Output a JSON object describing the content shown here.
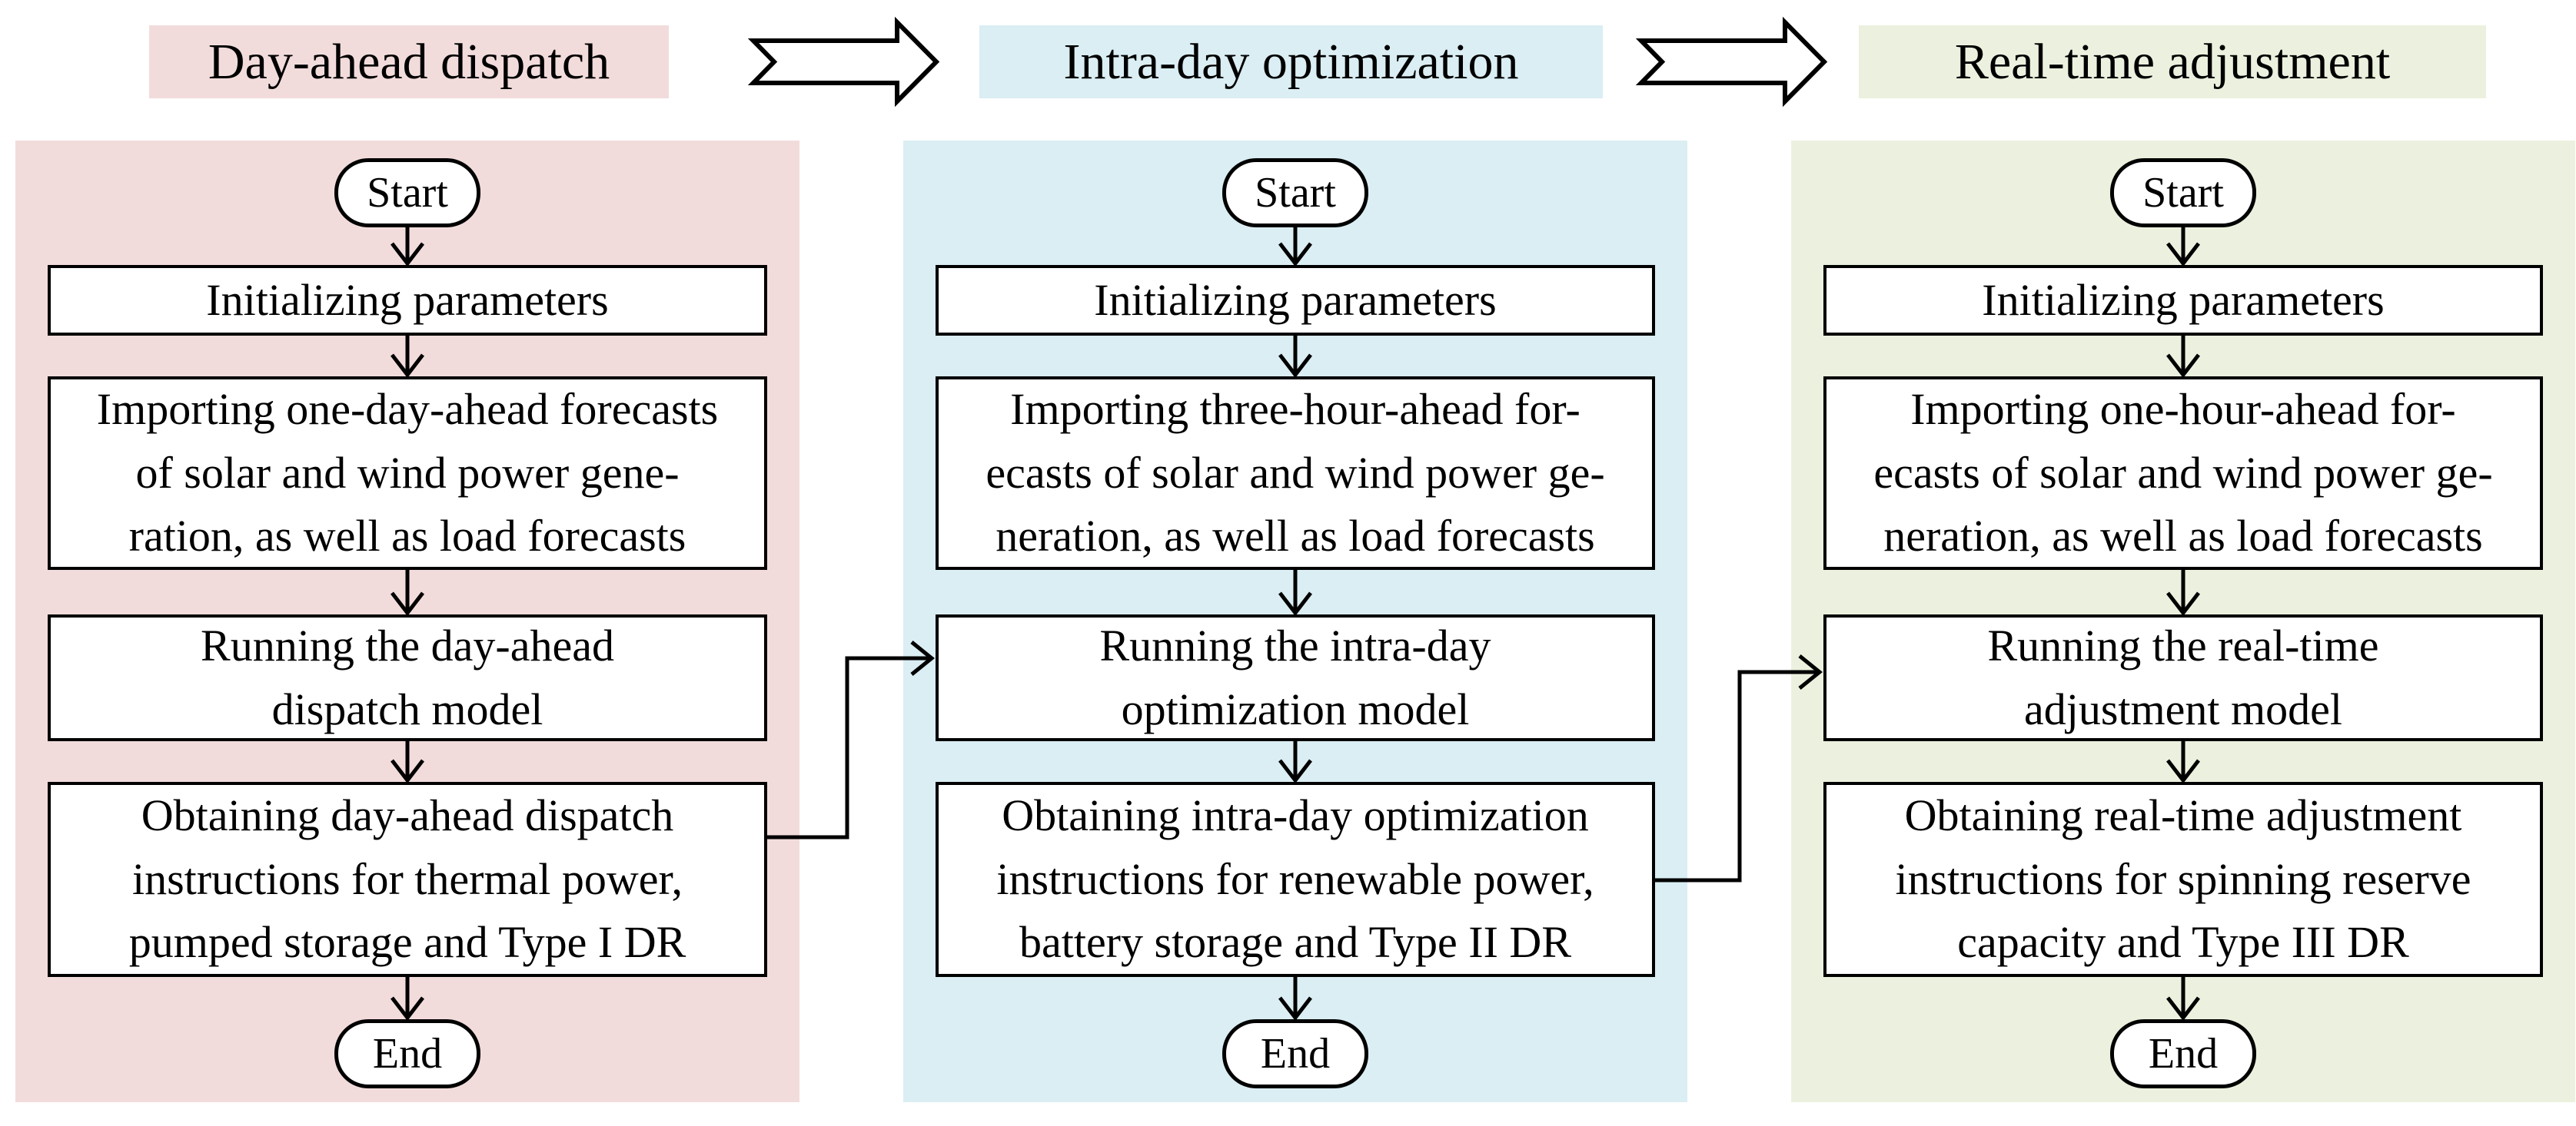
{
  "figure": {
    "type": "flowchart",
    "description": "Three-stage dispatch/optimization flowchart",
    "stage_count": 3
  },
  "colors": {
    "stage1_bg": "#f2dcdb",
    "stage2_bg": "#daeef3",
    "stage3_bg": "#ebf1de",
    "node_fill": "#ffffff",
    "line_color": "#000000",
    "page_bg": "#ffffff"
  },
  "headers": [
    {
      "label": "Day-ahead dispatch"
    },
    {
      "label": "Intra-day optimization"
    },
    {
      "label": "Real-time adjustment"
    }
  ],
  "columns": [
    {
      "id": "day-ahead",
      "start_label": "Start",
      "init_label": "Initializing parameters",
      "import_lines": [
        "Importing one-day-ahead forecasts",
        "of solar and wind power gene-",
        "ration, as well as load forecasts"
      ],
      "run_lines": [
        "Running the day-ahead",
        "dispatch model"
      ],
      "obtain_lines": [
        "Obtaining day-ahead dispatch",
        "instructions for thermal power,",
        "pumped storage and Type I DR"
      ],
      "end_label": "End"
    },
    {
      "id": "intra-day",
      "start_label": "Start",
      "init_label": "Initializing parameters",
      "import_lines": [
        "Importing three-hour-ahead for-",
        "ecasts of solar and wind power ge-",
        "neration, as well as load forecasts"
      ],
      "run_lines": [
        "Running the intra-day",
        "optimization model"
      ],
      "obtain_lines": [
        "Obtaining intra-day optimization",
        "instructions for renewable power,",
        "battery storage and Type II DR"
      ],
      "end_label": "End"
    },
    {
      "id": "real-time",
      "start_label": "Start",
      "init_label": "Initializing parameters",
      "import_lines": [
        "Importing one-hour-ahead for-",
        "ecasts of solar and wind power ge-",
        "neration, as well as load forecasts"
      ],
      "run_lines": [
        "Running the real-time",
        "adjustment  model"
      ],
      "obtain_lines": [
        "Obtaining real-time adjustment",
        "instructions for spinning reserve",
        "capacity and Type III  DR"
      ],
      "end_label": "End"
    }
  ]
}
